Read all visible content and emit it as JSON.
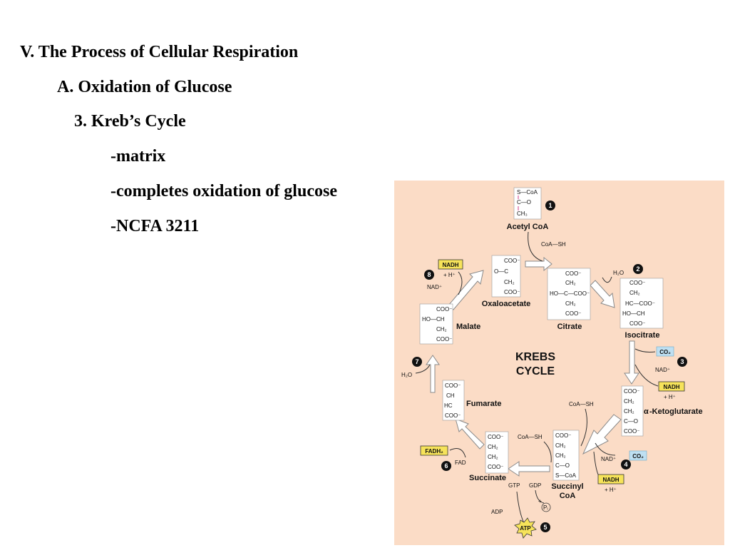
{
  "slide": {
    "lines": [
      "V. The Process of Cellular Respiration",
      "A. Oxidation of Glucose",
      "3. Kreb’s Cycle",
      "-matrix",
      "-completes oxidation of glucose",
      "-NCFA 3211"
    ]
  },
  "diagram": {
    "center_title_1": "KREBS",
    "center_title_2": "CYCLE",
    "background": "#fbdcc6",
    "compounds": {
      "acetyl_coa": "Acetyl CoA",
      "oxaloacetate": "Oxaloacetate",
      "citrate": "Citrate",
      "isocitrate": "Isocitrate",
      "ketoglutarate": "-Ketoglutarate",
      "alpha": "α",
      "succinyl_1": "Succinyl",
      "succinyl_2": "CoA",
      "succinate": "Succinate",
      "fumarate": "Fumarate",
      "malate": "Malate"
    },
    "molecules": {
      "coo": "COO⁻",
      "ch2": "CH₂",
      "ch": "CH",
      "hc": "HC",
      "ch3": "CH₃",
      "c": "C",
      "s_coa": "S—CoA",
      "c_o": "C—O",
      "o_c": "O—C",
      "ho_c_coo": "HO—C—COO⁻",
      "hc_coo": "HC—COO⁻",
      "ho_ch": "HO—CH",
      "c_eq_o": "C—O",
      "s_coa_lower": "S—CoA"
    },
    "cofactors": {
      "coa_sh": "CoA—SH",
      "h2o": "H₂O",
      "nad": "NAD⁺",
      "nadh": "NADH",
      "h_plus": "+ H⁺",
      "co2": "CO₂",
      "gtp": "GTP",
      "gdp": "GDP",
      "adp": "ADP",
      "pi": "Pᵢ",
      "plus": "+",
      "atp": "ATP",
      "fad": "FAD",
      "fadh2": "FADH₂"
    },
    "steps": [
      "1",
      "2",
      "3",
      "4",
      "5",
      "6",
      "7",
      "8"
    ]
  }
}
